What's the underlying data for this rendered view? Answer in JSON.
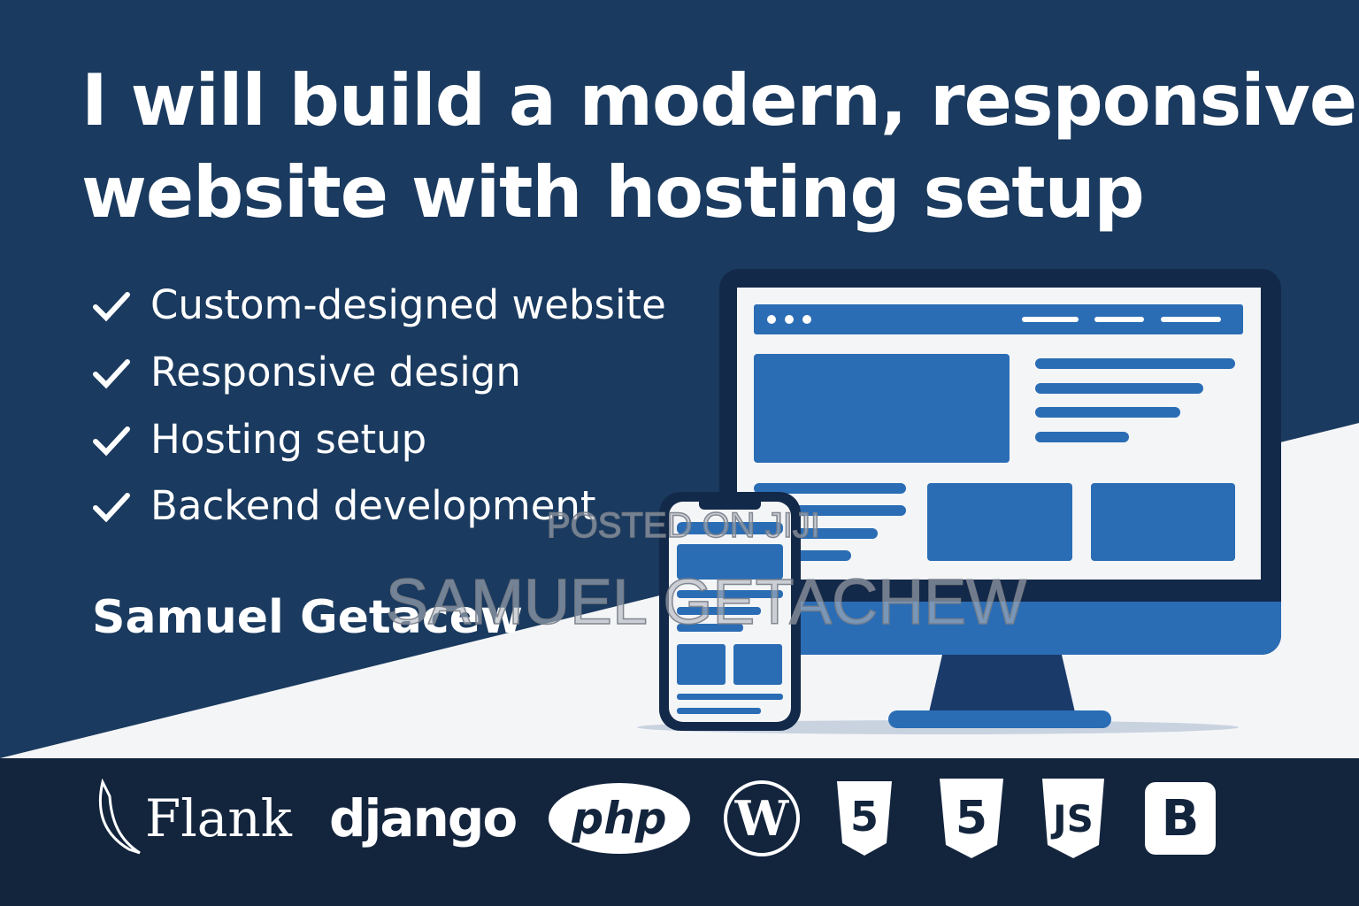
{
  "headline": {
    "line1": "I will build a modern, responsive",
    "line2": "website with hosting setup"
  },
  "features": [
    {
      "icon": "checkmark-icon",
      "label": "Custom-designed website"
    },
    {
      "icon": "checkmark-icon",
      "label": "Responsive design"
    },
    {
      "icon": "checkmark-icon",
      "label": "Hosting setup"
    },
    {
      "icon": "checkmark-icon",
      "label": "Backend development"
    }
  ],
  "author": "Samuel Getacew",
  "watermark": {
    "line1": "POSTED ON JIJI",
    "line2": "SAMUEL GETACHEW"
  },
  "tech_logos": [
    {
      "icon": "flask-horn-icon",
      "label": "Flank"
    },
    {
      "icon": "django-logo",
      "label": "django"
    },
    {
      "icon": "php-logo",
      "label": "php"
    },
    {
      "icon": "wordpress-logo",
      "label": "W"
    },
    {
      "icon": "html5-logo",
      "label": "5"
    },
    {
      "icon": "css3-logo",
      "label": "5"
    },
    {
      "icon": "javascript-logo",
      "label": "JS"
    },
    {
      "icon": "bootstrap-logo",
      "label": "B"
    }
  ],
  "colors": {
    "background": "#1a3a5f",
    "band": "#13243d",
    "accent": "#2a6db5",
    "device": "#13294a",
    "light": "#f4f5f7"
  }
}
